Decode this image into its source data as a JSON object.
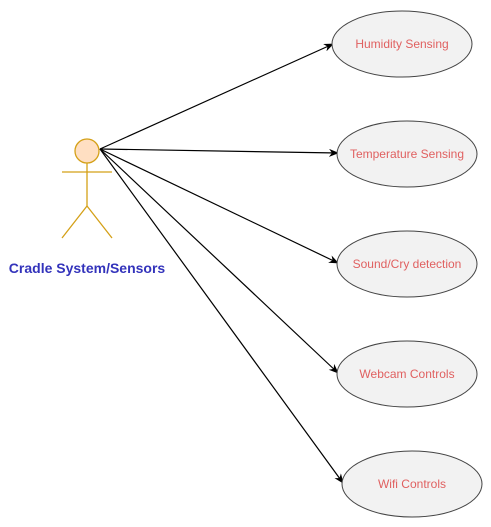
{
  "actor": {
    "name": "Cradle System/Sensors"
  },
  "use_cases": [
    {
      "label": "Humidity Sensing"
    },
    {
      "label": "Temperature Sensing"
    },
    {
      "label": "Sound/Cry detection"
    },
    {
      "label": "Webcam Controls"
    },
    {
      "label": "Wifi Controls"
    }
  ],
  "colors": {
    "actor_label": "#3333bb",
    "actor_outline": "#d4a017",
    "actor_fill": "#ffdfc2",
    "use_case_text": "#e06060",
    "use_case_fill": "#f2f2f2",
    "use_case_border": "#444444",
    "connector": "#000000"
  }
}
